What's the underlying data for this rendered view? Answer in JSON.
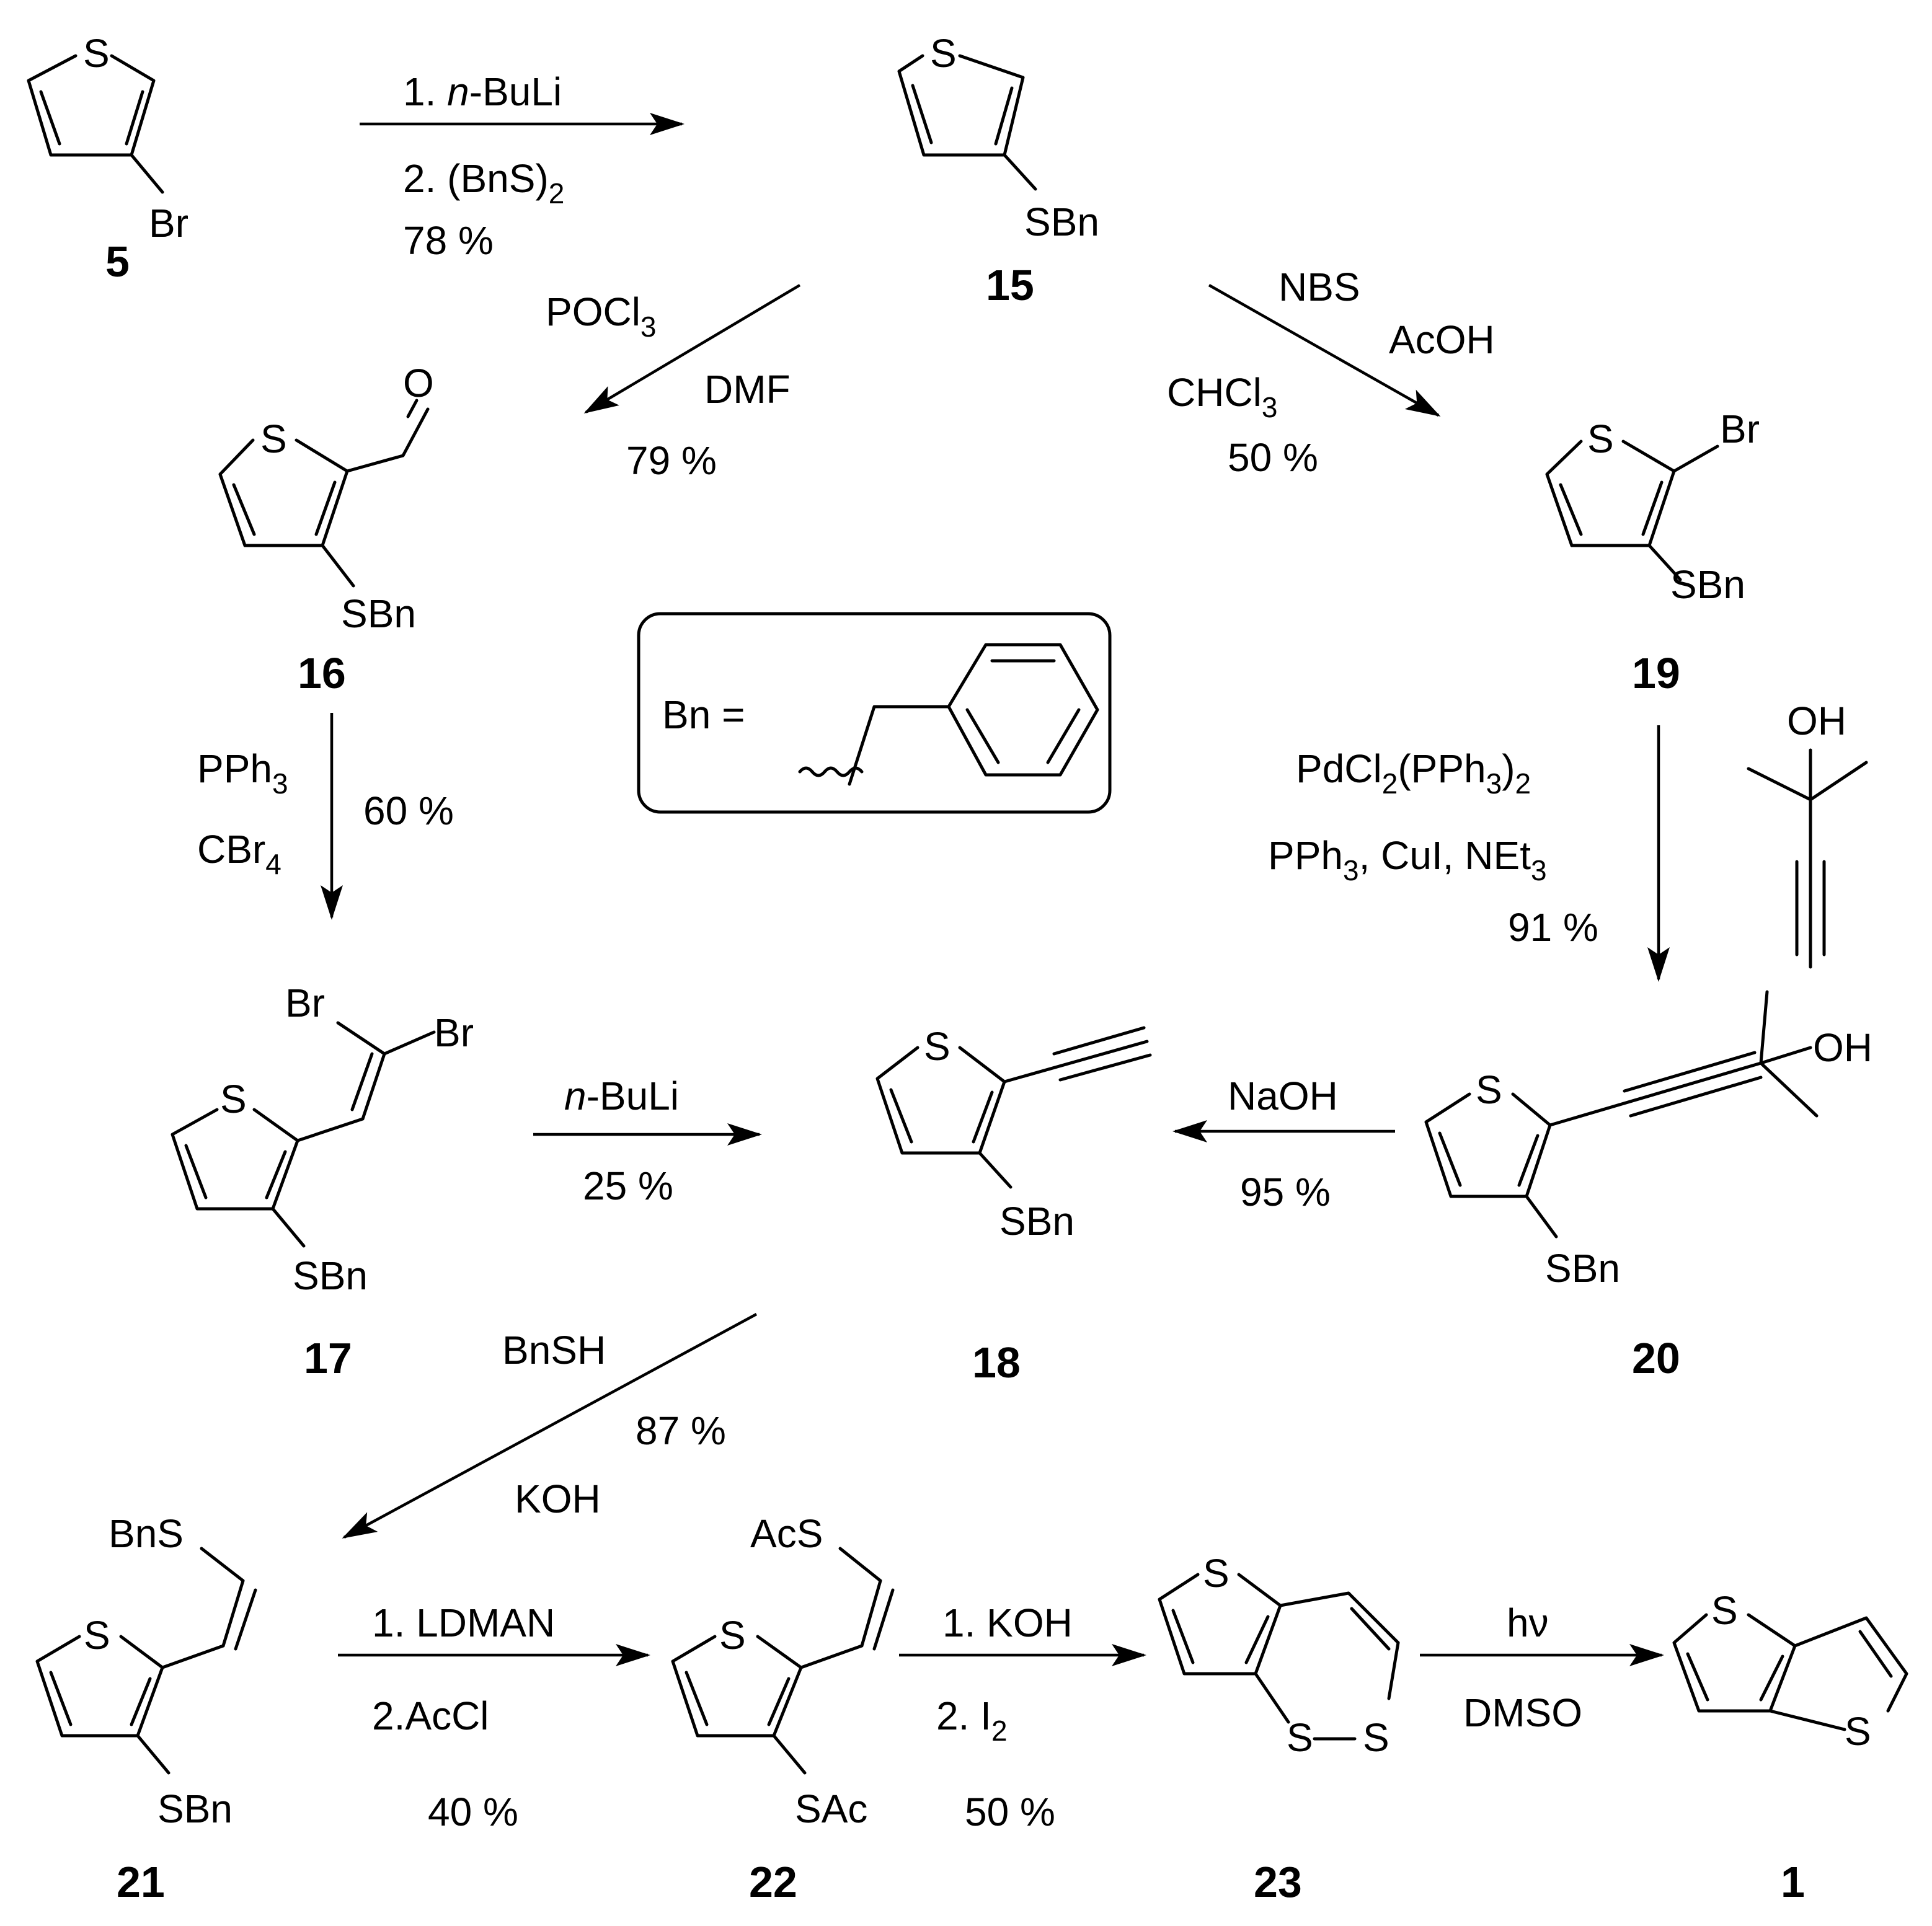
{
  "legend": {
    "bn_text": "Bn ="
  },
  "compounds": {
    "c5": {
      "label": "5",
      "subst": [
        "Br"
      ]
    },
    "c15": {
      "label": "15",
      "subst": [
        "SBn"
      ]
    },
    "c16": {
      "label": "16",
      "subst": [
        "O",
        "SBn"
      ]
    },
    "c19": {
      "label": "19",
      "subst": [
        "Br",
        "SBn"
      ]
    },
    "c17": {
      "label": "17",
      "subst": [
        "Br",
        "Br",
        "SBn"
      ]
    },
    "c18": {
      "label": "18",
      "subst": [
        "SBn"
      ]
    },
    "c20": {
      "label": "20",
      "subst": [
        "OH",
        "SBn"
      ]
    },
    "c21": {
      "label": "21",
      "subst": [
        "BnS",
        "SBn"
      ]
    },
    "c22": {
      "label": "22",
      "subst": [
        "AcS",
        "SAc"
      ]
    },
    "c23": {
      "label": "23",
      "subst": [
        "S",
        "S"
      ]
    },
    "c1": {
      "label": "1",
      "subst": [
        "S"
      ]
    },
    "reagent": {
      "subst": [
        "OH"
      ]
    },
    "ring_atom": "S"
  },
  "steps": {
    "s1": {
      "line1_num": "1. ",
      "line1_it": "n",
      "line1_rest": "-BuLi",
      "line2_a": "2. (BnS)",
      "line2_sub": "2",
      "yield": "78 %"
    },
    "s2": {
      "r1_a": "POCl",
      "r1_sub": "3",
      "r2": "DMF",
      "yield": "79 %"
    },
    "s3": {
      "r1": "NBS",
      "r2": "AcOH",
      "r3_a": "CHCl",
      "r3_sub": "3",
      "yield": "50 %"
    },
    "s4": {
      "r1_a": "PPh",
      "r1_sub": "3",
      "r2_a": "CBr",
      "r2_sub": "4",
      "yield": "60 %"
    },
    "s5": {
      "r1_a": "PdCl",
      "r1_s1": "2",
      "r1_b": "(PPh",
      "r1_s2": "3",
      "r1_c": ")",
      "r1_s3": "2",
      "r2_a": "PPh",
      "r2_s1": "3",
      "r2_b": ", CuI, NEt",
      "r2_s2": "3",
      "yield": "91 %"
    },
    "s6": {
      "r1_it": "n",
      "r1_rest": "-BuLi",
      "yield": "25 %"
    },
    "s7": {
      "r1": "NaOH",
      "yield": "95 %"
    },
    "s8": {
      "r1": "BnSH",
      "yield": "87 %",
      "r2": "KOH"
    },
    "s9": {
      "r1": "1. LDMAN",
      "r2": "2.AcCl",
      "yield": "40 %"
    },
    "s10": {
      "r1": "1. KOH",
      "r2_a": "2. I",
      "r2_sub": "2",
      "yield": "50 %"
    },
    "s11": {
      "r1": "hν",
      "r2": "DMSO"
    }
  }
}
